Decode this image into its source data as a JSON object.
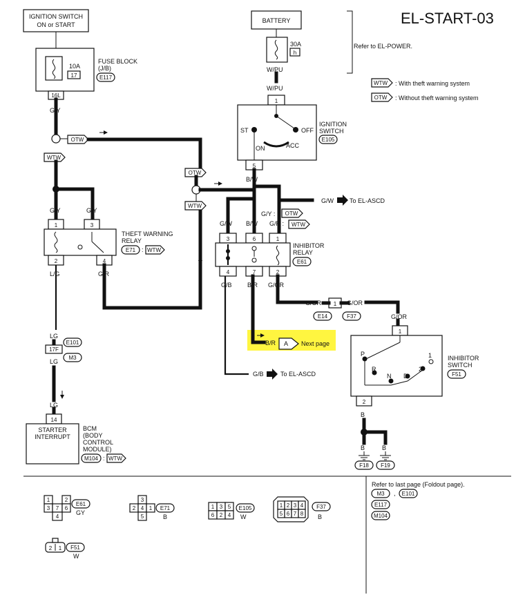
{
  "title": "EL-START-03",
  "ignition_switch_source": "IGNITION SWITCH\nON or START",
  "battery": "BATTERY",
  "refer_power": "Refer to EL-POWER.",
  "fuse_block": {
    "label": "FUSE BLOCK",
    "sub": "(J/B)",
    "conn": "E117",
    "amp": "10A",
    "num": "17",
    "pin": "16L"
  },
  "fusible_link": {
    "amp": "30A",
    "num": "h"
  },
  "legend": {
    "wtw_tag": "WTW",
    "wtw_text": ": With theft warning system",
    "otw_tag": "OTW",
    "otw_text": ": Without theft warning system"
  },
  "ignition_switch": {
    "label1": "IGNITION",
    "label2": "SWITCH",
    "conn": "E105",
    "st": "ST",
    "off": "OFF",
    "on": "ON",
    "acc": "ACC",
    "pin_top": "1",
    "pin_bottom": "5"
  },
  "wires": {
    "wpu1": "W/PU",
    "wpu2": "W/PU",
    "gy1": "G/Y",
    "gy2": "G/Y",
    "gy3": "G/Y",
    "gy_otw": "G/Y :",
    "gr_wtw": "G/R :",
    "bw1": "B/W",
    "bw2": "B/W",
    "gw": "G/W",
    "gw_ascd": "G/W",
    "lg1": "L/G",
    "gr1": "G/R",
    "gb": "G/B",
    "br": "B/R",
    "gor1": "G/OR",
    "gor2": "G/OR",
    "gor3": "G/OR",
    "gor4": "G/OR",
    "lg2": "LG",
    "lg3": "LG",
    "lg4": "LG",
    "gb_ascd": "G/B",
    "br_next": "B/R",
    "b1": "B",
    "b2": "B",
    "b3": "B"
  },
  "to_el_ascd_1": "To EL-ASCD",
  "to_el_ascd_2": "To EL-ASCD",
  "theft_relay": {
    "label1": "THEFT WARNING",
    "label2": "RELAY",
    "conn": "E71",
    "tag": "WTW",
    "p1": "1",
    "p3": "3",
    "p2": "2",
    "p4": "4"
  },
  "inhibitor_relay": {
    "label1": "INHIBITOR",
    "label2": "RELAY",
    "conn": "E61",
    "p3": "3",
    "p6": "6",
    "p1": "1",
    "p4": "4",
    "p7": "7",
    "p2": "2"
  },
  "inhibitor_switch": {
    "label1": "INHIBITOR",
    "label2": "SWITCH",
    "conn": "F51",
    "p": "P",
    "r": "R",
    "n": "N",
    "d": "D",
    "two": "2",
    "one": "1",
    "pin_top": "1",
    "pin_bottom": "2"
  },
  "joint_conn": {
    "pin": "1",
    "c1": "E14",
    "c2": "F37"
  },
  "lg_conn": {
    "c1": "E101",
    "c2": "M3",
    "pin": "17F"
  },
  "bcm": {
    "l1": "STARTER",
    "l2": "INTERRUPT",
    "r1": "BCM",
    "r2": "(BODY",
    "r3": "CONTROL",
    "r4": "MODULE)",
    "conn": "M104",
    "tag": "WTW",
    "pin": "14"
  },
  "grounds": {
    "g1": "F18",
    "g2": "F19"
  },
  "next_page": {
    "letter": "A",
    "text": "Next page"
  },
  "tag_otw": "OTW",
  "tag_wtw": "WTW",
  "connectors": {
    "e61": {
      "id": "E61",
      "color": "GY",
      "pins": [
        "1",
        "2",
        "3",
        "7",
        "6",
        "4"
      ]
    },
    "e71": {
      "id": "E71",
      "color": "B",
      "pins": [
        "3",
        "2",
        "4",
        "1",
        "5"
      ]
    },
    "e105": {
      "id": "E105",
      "color": "W",
      "pins": [
        "1",
        "3",
        "5",
        "6",
        "2",
        "4"
      ]
    },
    "f37": {
      "id": "F37",
      "color": "B",
      "pins": [
        "1",
        "2",
        "3",
        "4",
        "5",
        "6",
        "7",
        "8"
      ]
    },
    "f51": {
      "id": "F51",
      "color": "W",
      "pins": [
        "2",
        "1"
      ]
    }
  },
  "refer_last": "Refer to last page (Foldout page).",
  "refer_conns": [
    "M3",
    "E101",
    "E117",
    "M104"
  ],
  "refer_sep": ","
}
